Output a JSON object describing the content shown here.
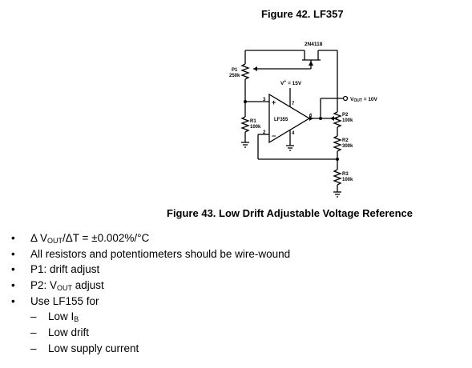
{
  "fig42_title": "Figure 42.  LF357",
  "fig43_title": "Figure 43.  Low Drift Adjustable Voltage Reference",
  "schematic": {
    "jfet_label": "2N4118",
    "p1_label": "P1",
    "p1_value": "250k",
    "vplus_label": "V",
    "vplus_super": "+",
    "vplus_value": " = 15V",
    "pin3": "3",
    "pin7": "7",
    "pin6": "6",
    "pin2": "2",
    "pin4": "4",
    "plus_sign": "+",
    "minus_sign": "−",
    "opamp_label": "LF355",
    "r1_label": "R1",
    "r1_value": "100k",
    "vout_label_main": "V",
    "vout_label_sub": "OUT",
    "vout_value": " = 10V",
    "p2_label": "P2",
    "p2_value": "100k",
    "r2_label": "R2",
    "r2_value": "300k",
    "r3_label": "R3",
    "r3_value": "100k"
  },
  "bullets": {
    "b1_a": "Δ V",
    "b1_sub": "OUT",
    "b1_b": "/ΔT = ±0.002%/°C",
    "b2": "All resistors and potentiometers should be wire-wound",
    "b3": "P1: drift adjust",
    "b4_a": "P2: V",
    "b4_sub": "OUT",
    "b4_b": " adjust",
    "b5": "Use LF155 for",
    "s1_a": "Low I",
    "s1_sub": "B",
    "s2": "Low drift",
    "s3": "Low supply current",
    "bullet_glyph": "•",
    "dash_glyph": "–"
  }
}
